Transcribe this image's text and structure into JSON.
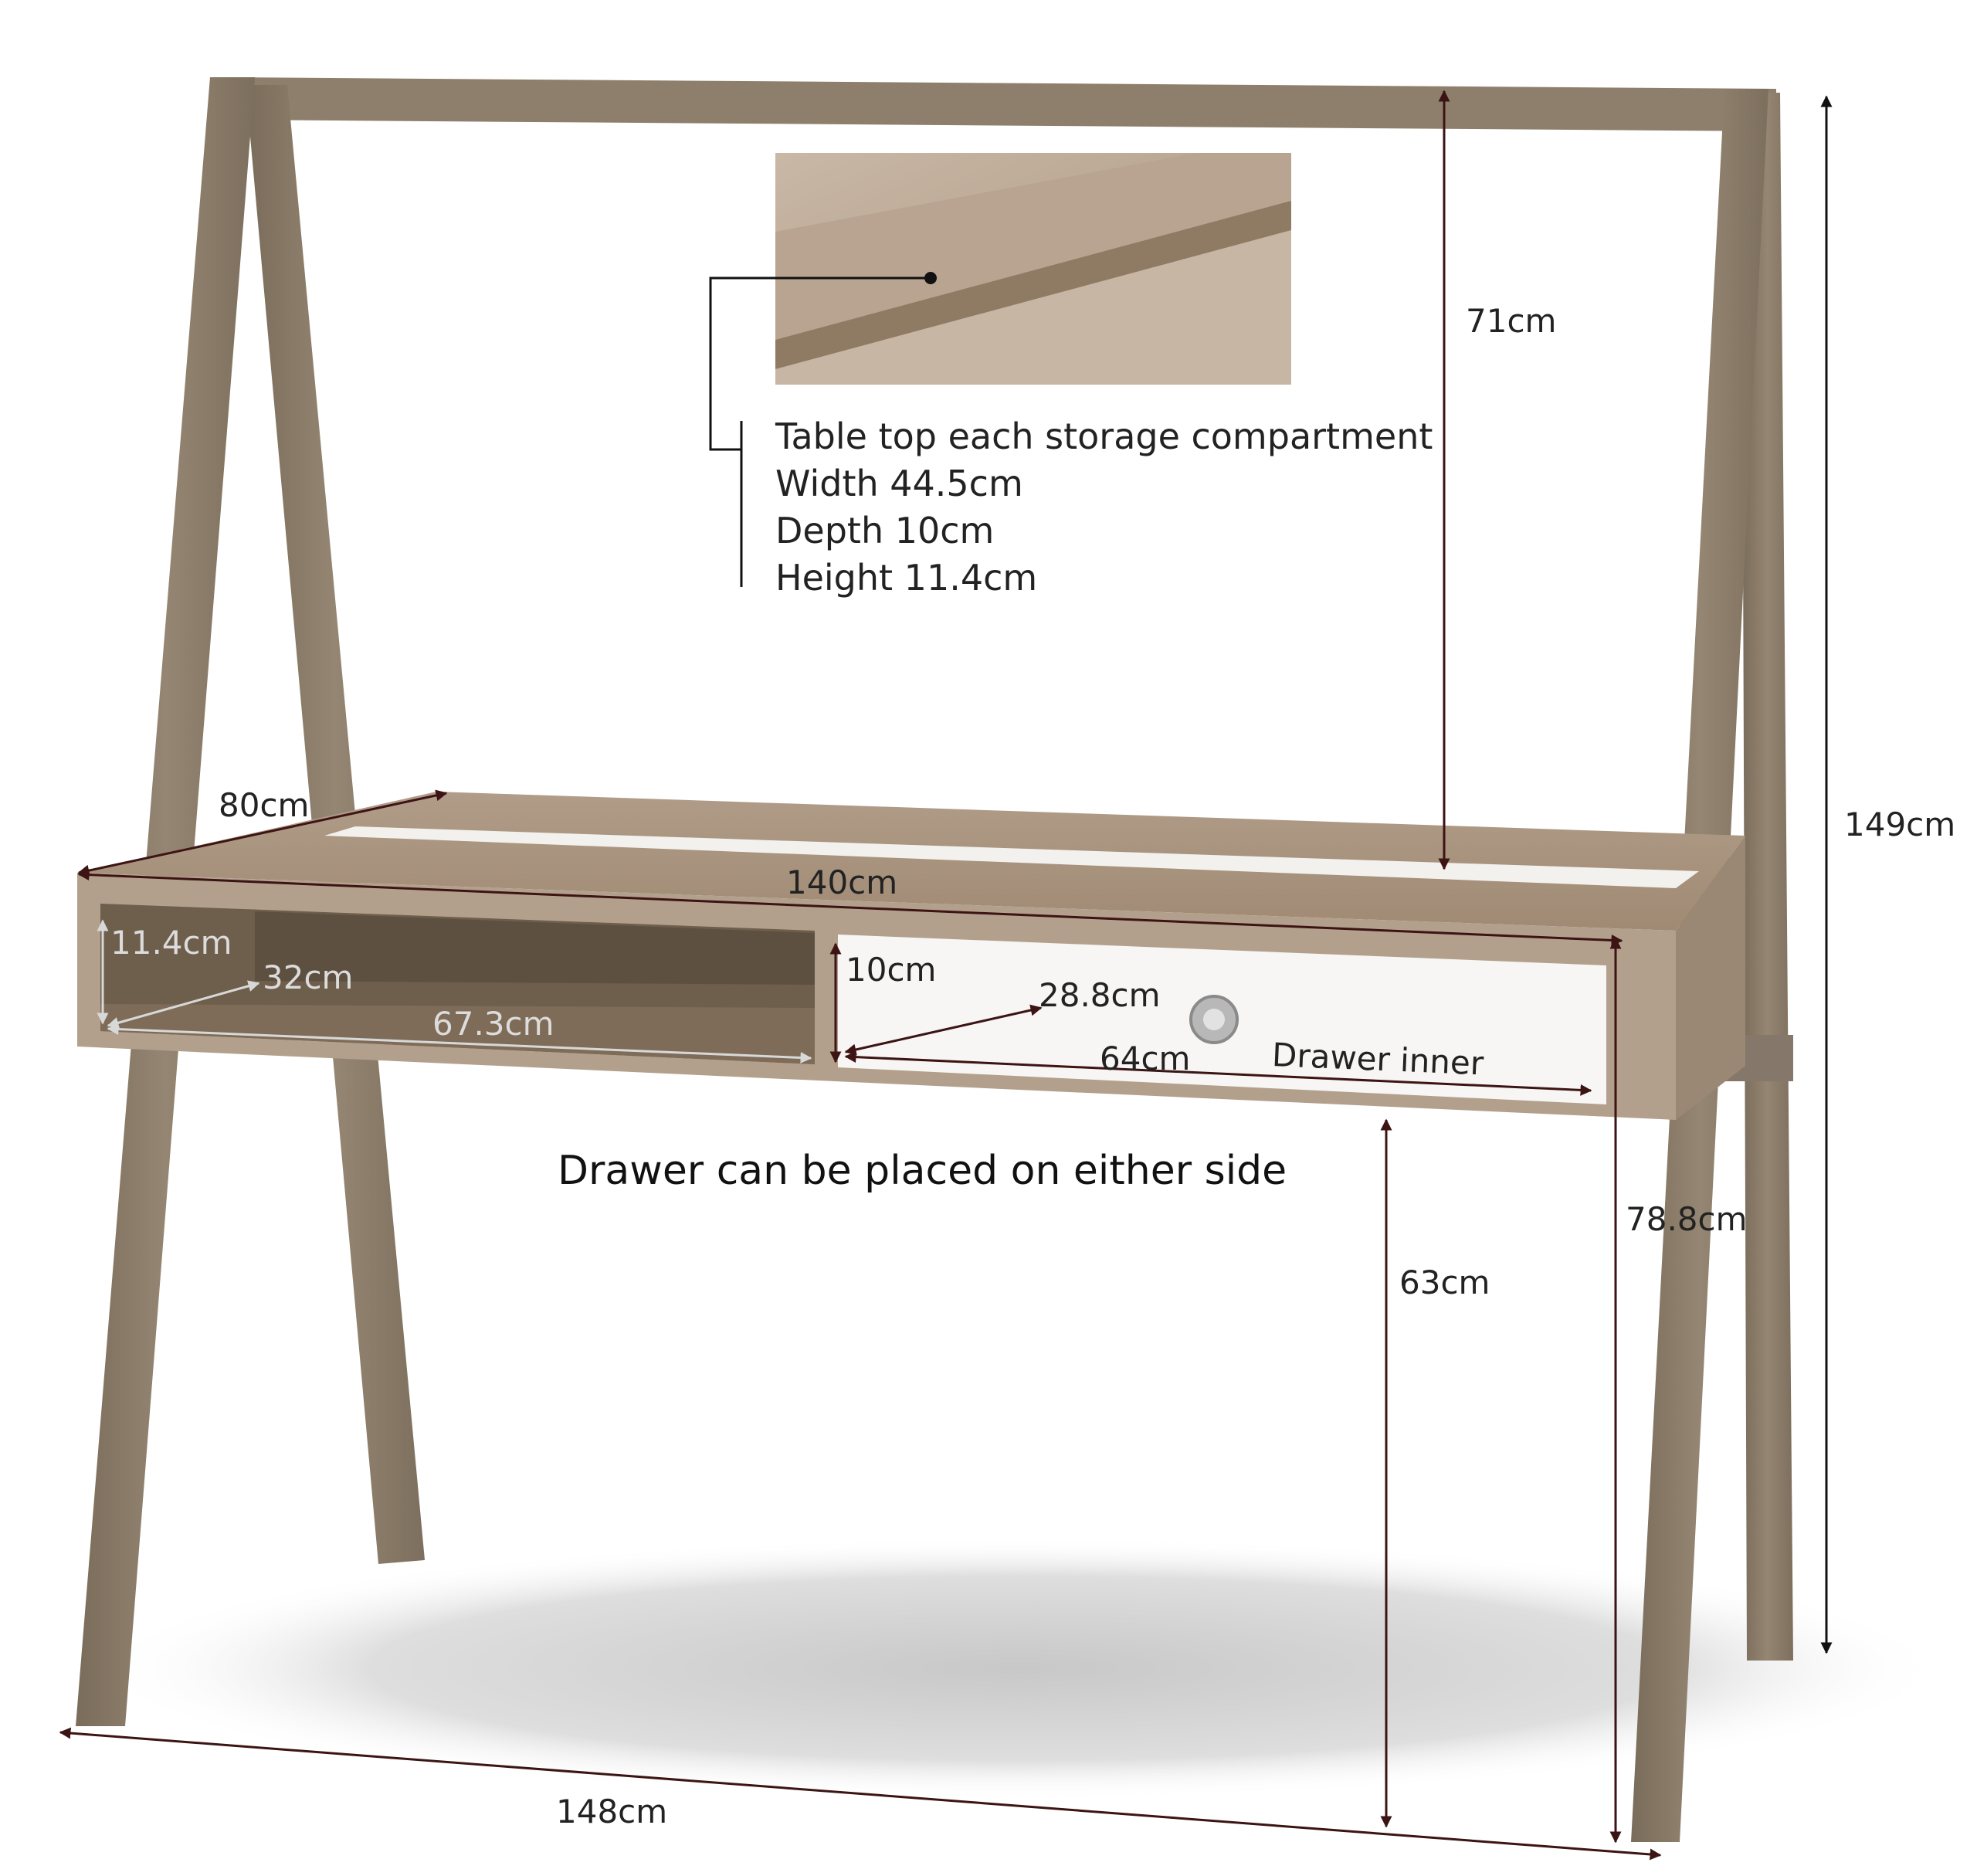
{
  "dimensions": {
    "top_height": "71cm",
    "total_height": "149cm",
    "depth": "80cm",
    "top_width": "140cm",
    "shelf_height": "11.4cm",
    "shelf_depth": "32cm",
    "shelf_width": "67.3cm",
    "drawer_height": "10cm",
    "drawer_depth": "28.8cm",
    "drawer_width": "64cm",
    "underside_height": "63cm",
    "desk_height": "78.8cm",
    "base_width": "148cm"
  },
  "drawer_label": "Drawer inner",
  "note": {
    "title": "Table top each storage compartment",
    "width": "Width 44.5cm",
    "depth": "Depth 10cm",
    "height": "Height 11.4cm"
  },
  "caption": "Drawer can be placed on either side",
  "colors": {
    "frame_wood": "#8a7c68",
    "top_wood": "#a89480",
    "inner_dark": "#6e5e4c",
    "drawer_white": "#f7f6f4",
    "arrow_dark": "#3c1414"
  }
}
